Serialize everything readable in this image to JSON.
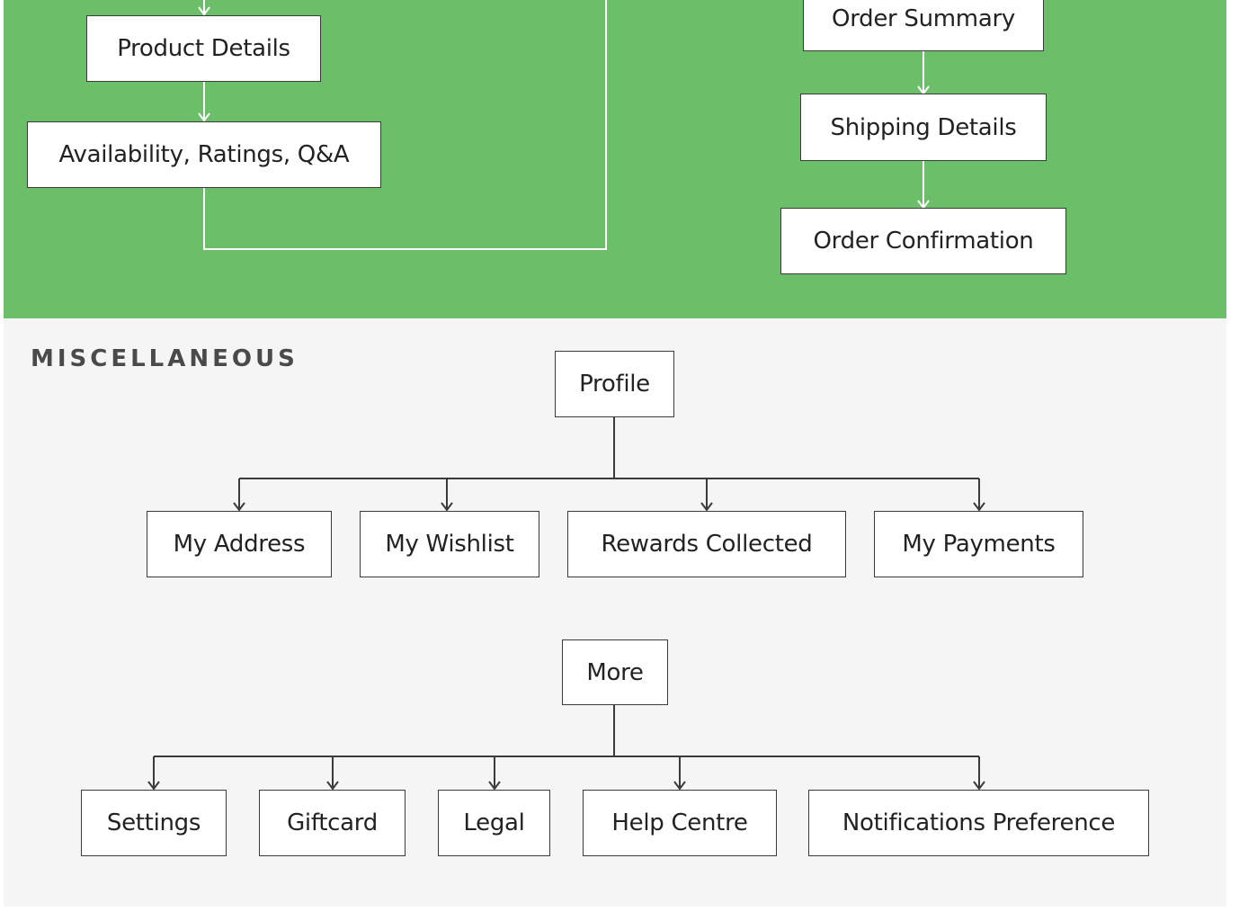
{
  "shopping_flow": {
    "left_branch": {
      "product_details": "Product Details",
      "availability": "Availability, Ratings, Q&A"
    },
    "right_branch": {
      "order_summary": "Order Summary",
      "shipping_details": "Shipping Details",
      "order_confirmation": "Order Confirmation"
    }
  },
  "miscellaneous": {
    "heading": "MISCELLANEOUS",
    "profile": {
      "label": "Profile",
      "children": [
        "My Address",
        "My Wishlist",
        "Rewards Collected",
        "My Payments"
      ]
    },
    "more": {
      "label": "More",
      "children": [
        "Settings",
        "Giftcard",
        "Legal",
        "Help Centre",
        "Notifications Preference"
      ]
    }
  },
  "colors": {
    "green_section": "#6cbf69",
    "grey_section": "#f5f5f5",
    "white_connector": "#ffffff",
    "dark_connector": "#3a3a3a"
  }
}
